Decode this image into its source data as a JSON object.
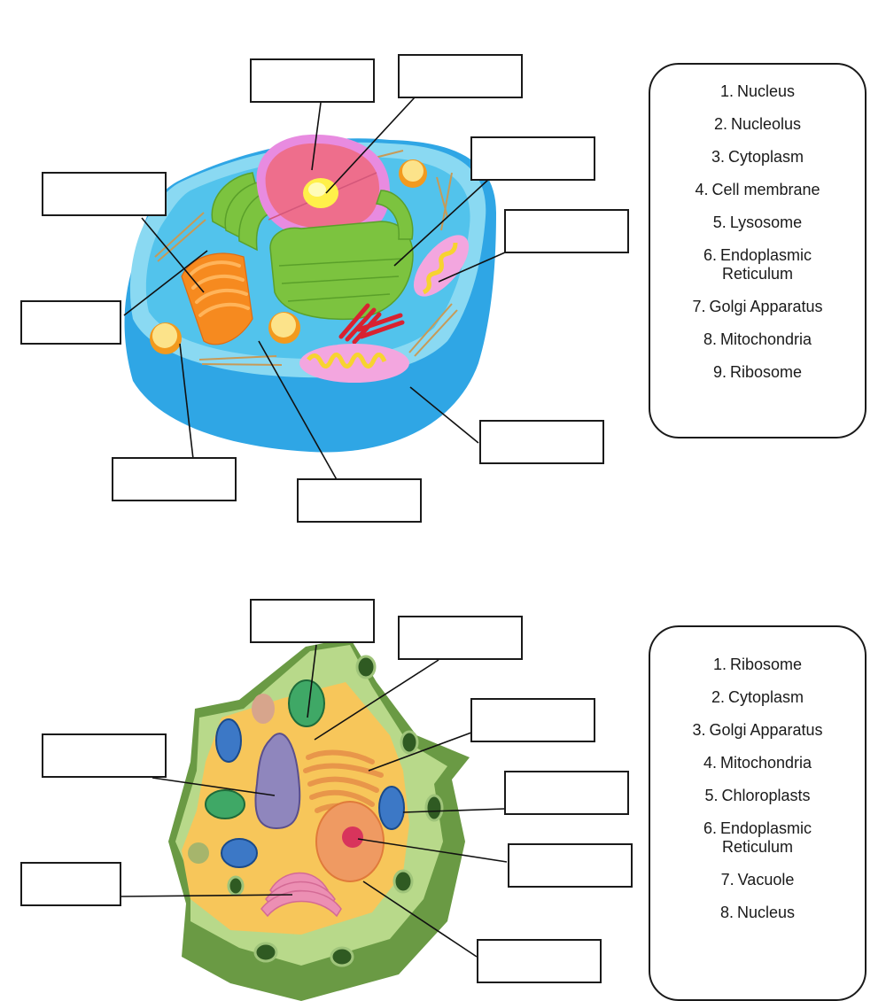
{
  "worksheet": {
    "animal_cell": {
      "legend": [
        {
          "num": "1.",
          "label": "Nucleus"
        },
        {
          "num": "2.",
          "label": "Nucleolus"
        },
        {
          "num": "3.",
          "label": "Cytoplasm"
        },
        {
          "num": "4.",
          "label": "Cell membrane"
        },
        {
          "num": "5.",
          "label": "Lysosome"
        },
        {
          "num": "6.",
          "label": "Endoplasmic Reticulum"
        },
        {
          "num": "7.",
          "label": "Golgi Apparatus"
        },
        {
          "num": "8.",
          "label": "Mitochondria"
        },
        {
          "num": "9.",
          "label": "Ribosome"
        }
      ],
      "blank_label_count": 10,
      "colors": {
        "cell_body": "#3fb4ea",
        "cytoplasm": "#6fd0ef",
        "nucleus": "#ee6e8c",
        "nuclear_envelope": "#e89ae3",
        "nucleolus": "#fff04a",
        "er": "#7cc33f",
        "golgi": "#f68a1f",
        "mito_outer": "#f3a6df",
        "mito_inner": "#f7e33c",
        "lysosome": "#f8b52a",
        "centrioles": "#d82230"
      }
    },
    "plant_cell": {
      "legend": [
        {
          "num": "1.",
          "label": "Ribosome"
        },
        {
          "num": "2.",
          "label": "Cytoplasm"
        },
        {
          "num": "3.",
          "label": "Golgi Apparatus"
        },
        {
          "num": "4.",
          "label": "Mitochondria"
        },
        {
          "num": "5.",
          "label": "Chloroplasts"
        },
        {
          "num": "6.",
          "label": "Endoplasmic Reticulum"
        },
        {
          "num": "7.",
          "label": "Vacuole"
        },
        {
          "num": "8.",
          "label": "Nucleus"
        }
      ],
      "blank_label_count": 9,
      "colors": {
        "cell_wall": "#6a9a44",
        "cell_wall_light": "#b8d98a",
        "cytoplasm": "#f7c65a",
        "vacuole": "#8f86bd",
        "chloroplast": "#3fa866",
        "mitochondria": "#3c78c6",
        "er": "#e8964a",
        "golgi": "#ec8fb3",
        "nucleus": "#ef9a62"
      }
    }
  }
}
